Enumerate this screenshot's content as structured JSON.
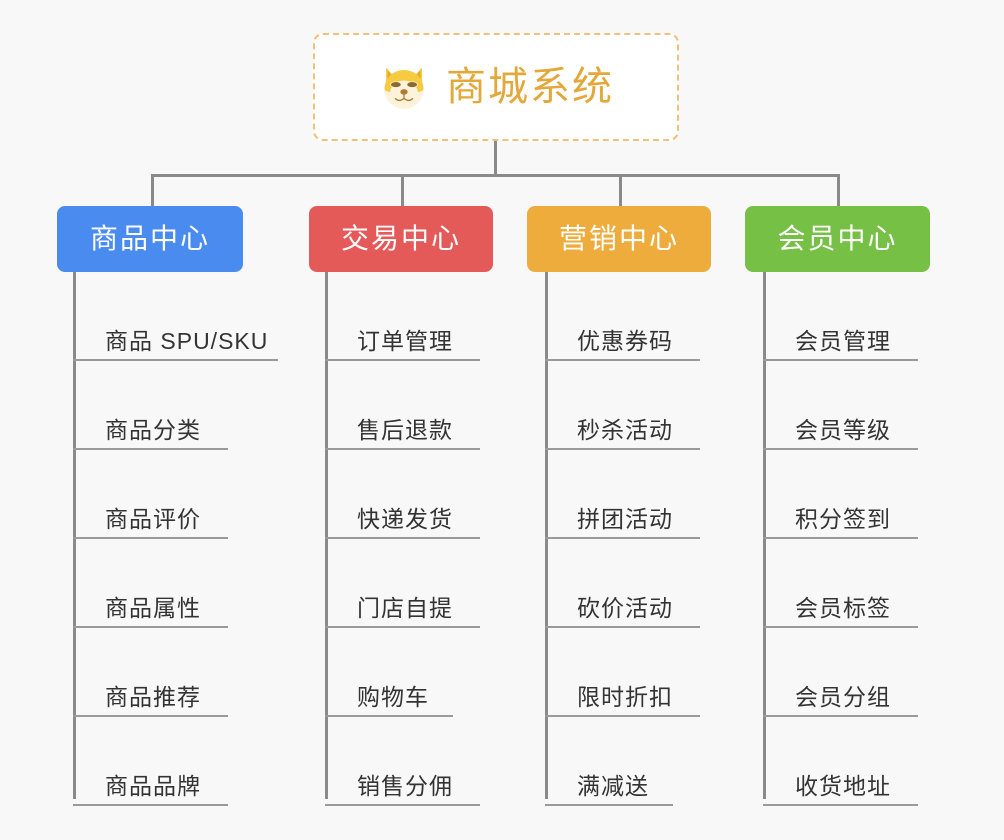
{
  "background_color": "#f8f8f8",
  "connector_color": "#8a8a8a",
  "root": {
    "title": "商城系统",
    "icon": "shiba-dog-face-icon",
    "text_color": "#e3a83a",
    "border_color": "#f0c279",
    "background_color": "#ffffff"
  },
  "branches": [
    {
      "label": "商品中心",
      "color": "#4a8bf0",
      "items": [
        "商品 SPU/SKU",
        "商品分类",
        "商品评价",
        "商品属性",
        "商品推荐",
        "商品品牌"
      ]
    },
    {
      "label": "交易中心",
      "color": "#e45a58",
      "items": [
        "订单管理",
        "售后退款",
        "快递发货",
        "门店自提",
        "购物车",
        "销售分佣"
      ]
    },
    {
      "label": "营销中心",
      "color": "#eeac3c",
      "items": [
        "优惠券码",
        "秒杀活动",
        "拼团活动",
        "砍价活动",
        "限时折扣",
        "满减送"
      ]
    },
    {
      "label": "会员中心",
      "color": "#76c045",
      "items": [
        "会员管理",
        "会员等级",
        "积分签到",
        "会员标签",
        "会员分组",
        "收货地址"
      ]
    }
  ]
}
